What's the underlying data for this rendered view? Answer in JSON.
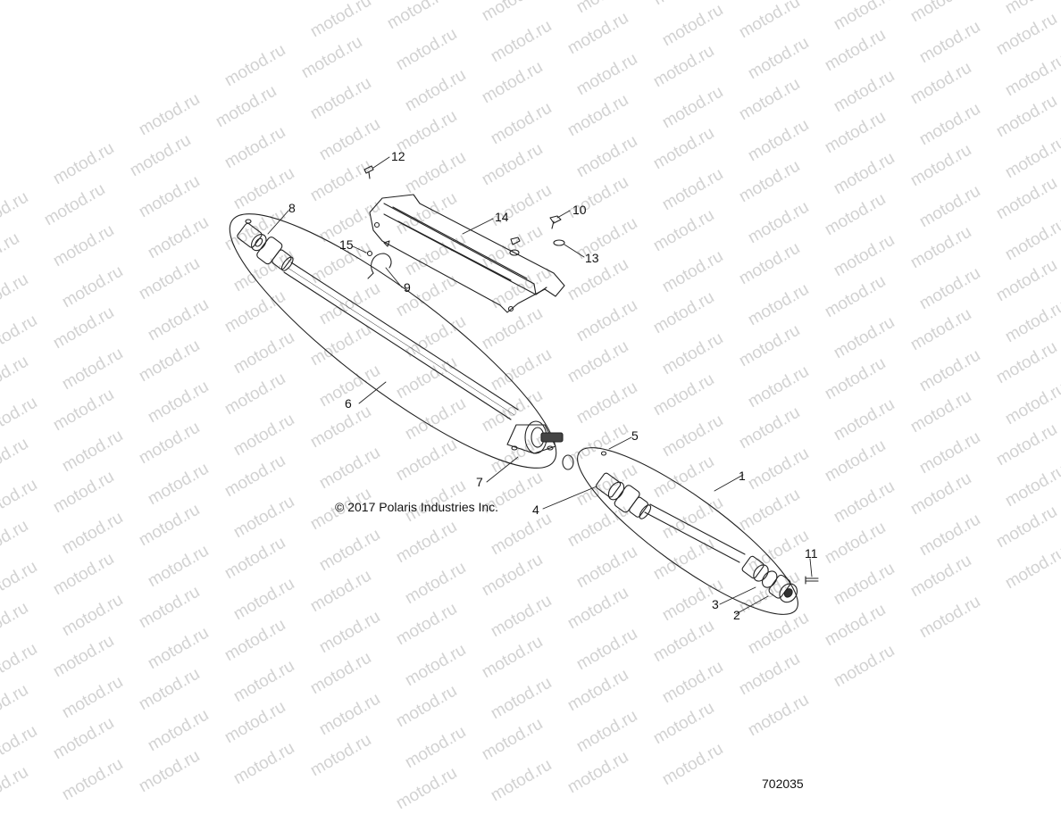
{
  "watermark": {
    "text": "motod.ru"
  },
  "copyright": "© 2017 Polaris Industries Inc.",
  "diagram_id": "702035",
  "callouts": [
    "1",
    "2",
    "3",
    "4",
    "5",
    "6",
    "7",
    "8",
    "9",
    "10",
    "11",
    "12",
    "13",
    "14",
    "15"
  ],
  "colors": {
    "line": "#222222",
    "watermark": "#d2d2d2"
  }
}
